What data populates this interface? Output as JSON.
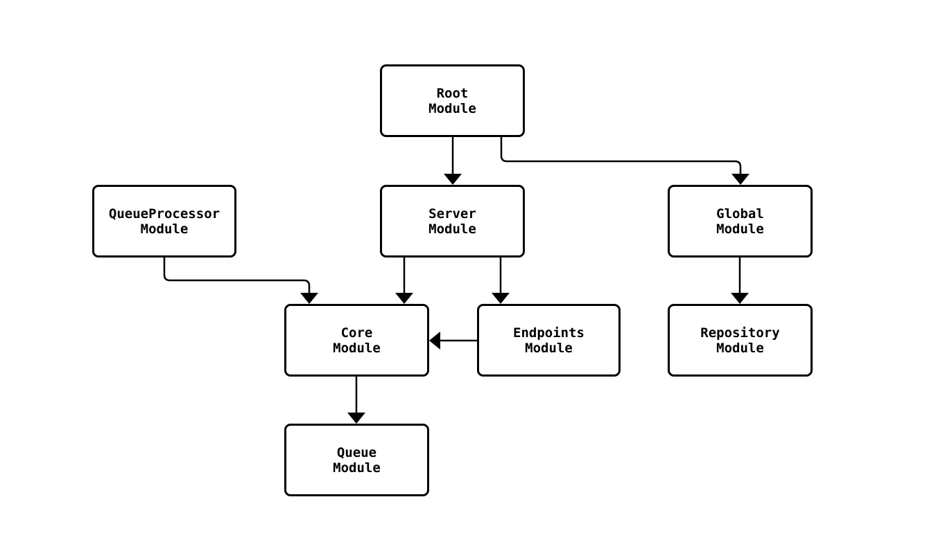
{
  "diagram": {
    "type": "flowchart",
    "direction": "top-down",
    "background_color": "#ffffff",
    "node_fill_color": "#ffffff",
    "node_border_color": "#000000",
    "edge_color": "#000000",
    "nodes": {
      "root": {
        "label": "Root\nModule"
      },
      "queue_processor": {
        "label": "QueueProcessor\nModule"
      },
      "server": {
        "label": "Server\nModule"
      },
      "global": {
        "label": "Global\nModule"
      },
      "core": {
        "label": "Core\nModule"
      },
      "endpoints": {
        "label": "Endpoints\nModule"
      },
      "repository": {
        "label": "Repository\nModule"
      },
      "queue": {
        "label": "Queue\nModule"
      }
    },
    "edges": [
      {
        "from": "Root Module",
        "to": "Server Module"
      },
      {
        "from": "Root Module",
        "to": "Global Module"
      },
      {
        "from": "QueueProcessor Module",
        "to": "Core Module"
      },
      {
        "from": "Server Module",
        "to": "Core Module"
      },
      {
        "from": "Server Module",
        "to": "Endpoints Module"
      },
      {
        "from": "Endpoints Module",
        "to": "Core Module"
      },
      {
        "from": "Global Module",
        "to": "Repository Module"
      },
      {
        "from": "Core Module",
        "to": "Queue Module"
      }
    ]
  }
}
